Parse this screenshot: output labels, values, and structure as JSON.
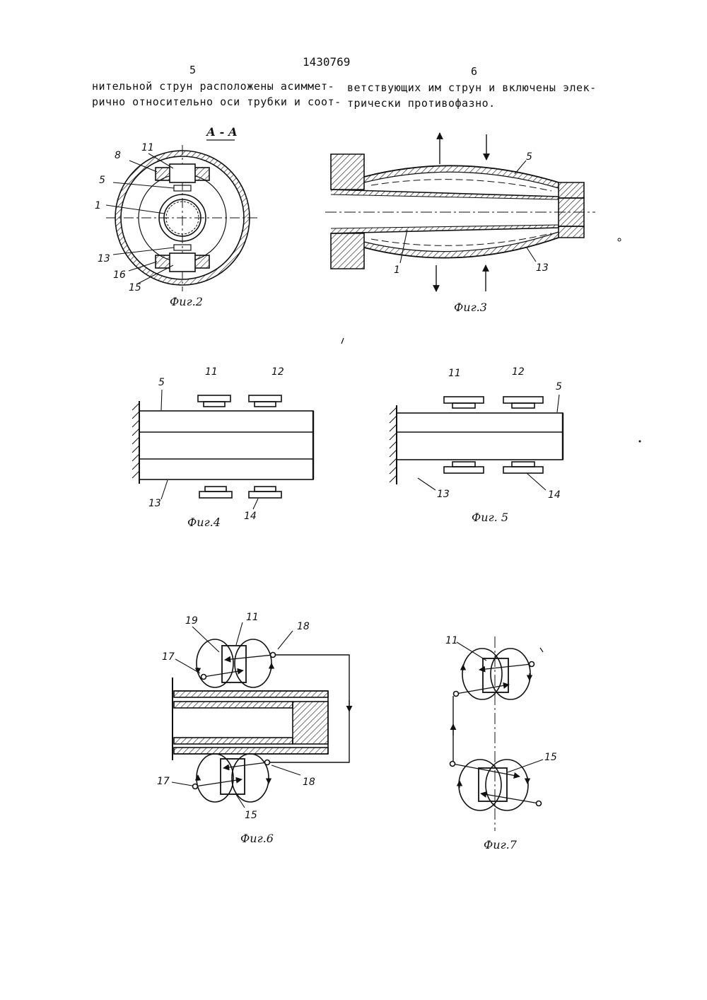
{
  "header": {
    "patent_number": "1430769",
    "page_left": "5",
    "page_right": "6"
  },
  "text": {
    "left_line1": "нительной струн расположены асиммет-",
    "left_line2": "рично относительно оси трубки и соот-",
    "right_line1": "ветствующих им струн и включены элек-",
    "right_line2": "трически противофазно."
  },
  "figures": {
    "fig2": {
      "caption": "Фиг.2",
      "section": "А - А",
      "labels": [
        "11",
        "8",
        "5",
        "1",
        "13",
        "16",
        "15"
      ]
    },
    "fig3": {
      "caption": "Фиг.3",
      "labels": [
        "5",
        "1",
        "13"
      ]
    },
    "fig4": {
      "caption": "Фиг.4",
      "labels": [
        "11",
        "12",
        "5",
        "13",
        "14"
      ]
    },
    "fig5": {
      "caption": "Фиг. 5",
      "labels": [
        "11",
        "12",
        "5",
        "13",
        "14"
      ]
    },
    "fig6": {
      "caption": "Фиг.6",
      "labels": [
        "19",
        "11",
        "18",
        "17",
        "17",
        "18",
        "15"
      ]
    },
    "fig7": {
      "caption": "Фиг.7",
      "labels": [
        "11",
        "15"
      ]
    }
  }
}
